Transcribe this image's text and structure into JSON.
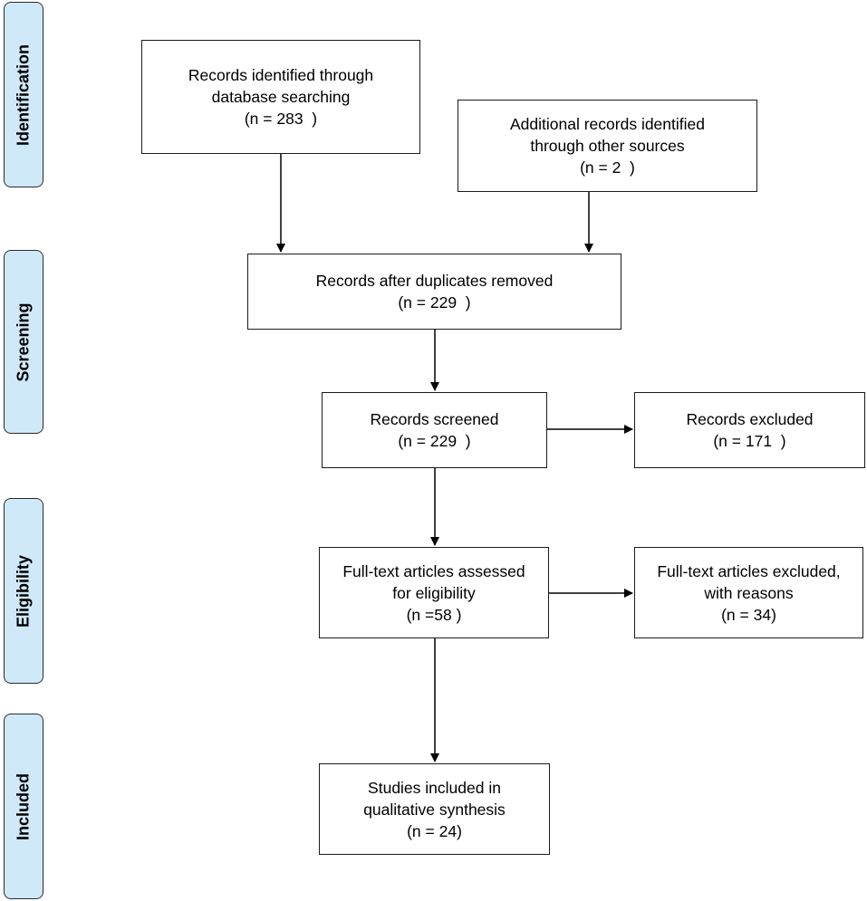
{
  "phases": {
    "identification": "Identification",
    "screening": "Screening",
    "eligibility": "Eligibility",
    "included": "Included"
  },
  "boxes": {
    "database_search": {
      "line1": "Records identified through",
      "line2": "database searching",
      "count": "(n = 283  )"
    },
    "other_sources": {
      "line1": "Additional records identified",
      "line2": "through other sources",
      "count": "(n = 2  )"
    },
    "duplicates_removed": {
      "line1": "Records after duplicates removed",
      "count": "(n = 229  )"
    },
    "screened": {
      "line1": "Records screened",
      "count": "(n = 229  )"
    },
    "excluded": {
      "line1": "Records excluded",
      "count": "(n = 171  )"
    },
    "fulltext_assessed": {
      "line1": "Full-text articles assessed",
      "line2": "for eligibility",
      "count": "(n =58 )"
    },
    "fulltext_excluded": {
      "line1": "Full-text articles excluded,",
      "line2": "with reasons",
      "count": "(n = 34)"
    },
    "included_studies": {
      "line1": "Studies included in",
      "line2": "qualitative synthesis",
      "count": "(n = 24)"
    }
  }
}
